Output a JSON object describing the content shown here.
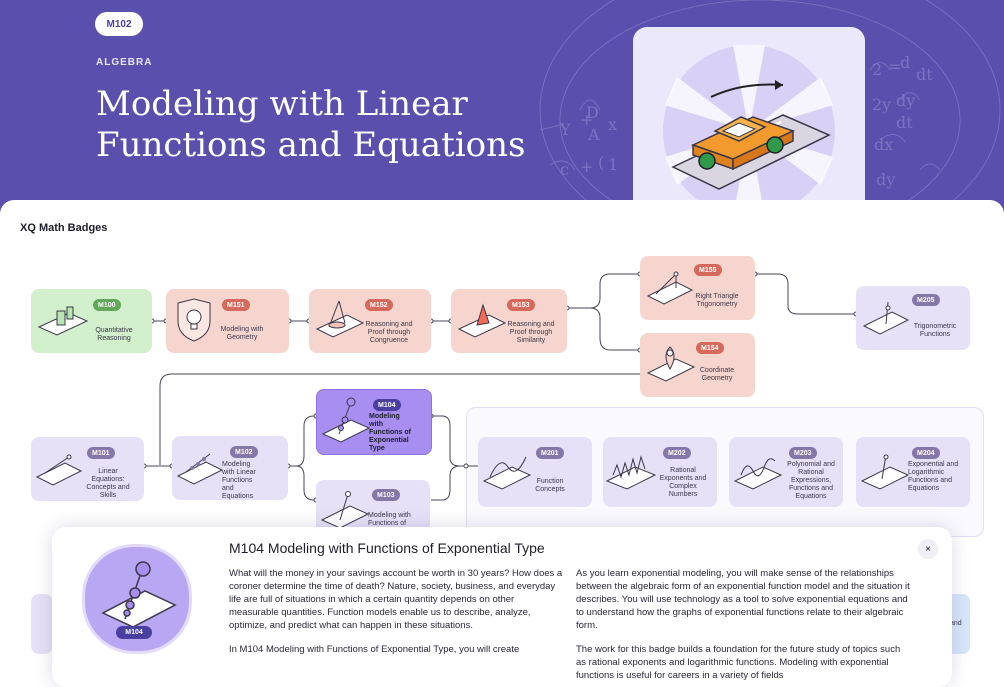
{
  "hero": {
    "code": "M102",
    "category": "ALGEBRA",
    "title": "Modeling with Linear Functions and Equations"
  },
  "panel": {
    "title": "XQ Math Badges"
  },
  "badges": {
    "m100": {
      "code": "M100",
      "label": "Quantitative Reasoning"
    },
    "m151": {
      "code": "M151",
      "label": "Modeling with Geometry"
    },
    "m152": {
      "code": "M152",
      "label": "Reasoning and Proof through Congruence"
    },
    "m153": {
      "code": "M153",
      "label": "Reasoning and Proof through Similarity"
    },
    "m155": {
      "code": "M155",
      "label": "Right Triangle Trigonometry"
    },
    "m205": {
      "code": "M205",
      "label": "Trigonometric Functions"
    },
    "m154": {
      "code": "M154",
      "label": "Coordinate Geometry"
    },
    "m101": {
      "code": "M101",
      "label": "Linear Equations: Concepts and Skills"
    },
    "m102": {
      "code": "M102",
      "label": "Modeling with Linear Functions and Equations"
    },
    "m104": {
      "code": "M104",
      "label": "Modeling with Functions of Exponential Type"
    },
    "m103": {
      "code": "M103",
      "label": "Modeling with Functions of"
    },
    "m201": {
      "code": "M201",
      "label": "Function Concepts"
    },
    "m202": {
      "code": "M202",
      "label": "Rational Exponents and Complex Numbers"
    },
    "m203": {
      "code": "M203",
      "label": "Polynomial and Rational Expressions, Functions and Equations"
    },
    "m204": {
      "code": "M204",
      "label": "Exponential and Logarithmic Functions and Equations"
    },
    "peek_right": "and"
  },
  "modal": {
    "title": "M104 Modeling with Functions of Exponential Type",
    "close_label": "×",
    "badge_code": "M104",
    "left_p1": "What will the money in your savings account be worth in 30 years? How does a coroner determine the time of death? Nature, society, business, and everyday life are full of situations in which a certain quantity depends on other measurable quantities. Function models enable us to describe, analyze, optimize, and predict what can happen in these situations.",
    "left_p2": "In M104 Modeling with Functions of Exponential Type, you will create",
    "right_p1": "As you learn exponential modeling, you will make sense of the relationships between the algebraic form of an exponential function model and the situation it describes. You will use technology as a tool to solve exponential equations and to understand how the graphs of exponential functions relate to their algebraic form.",
    "right_p2": "The work for this badge builds a foundation for the future study of topics such as rational exponents and logarithmic functions. Modeling with exponential functions is useful for careers in a variety of fields"
  },
  "colors": {
    "hero_bg": "#5a4fac",
    "active_node": "#a78ef0",
    "geometry_node": "#f7d5cf",
    "algebra_node": "#e6e1f7",
    "start_node": "#d2f0cc"
  }
}
